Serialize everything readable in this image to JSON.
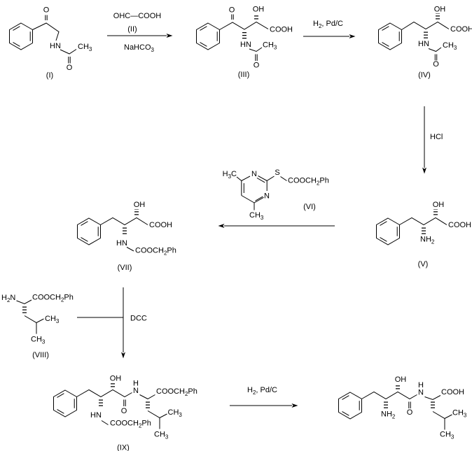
{
  "colors": {
    "ink": "#000000",
    "background": "#ffffff"
  },
  "tokens": {
    "O": "O",
    "OH": "OH",
    "HN": "HN",
    "NH": "NH",
    "N": "N",
    "H": "H",
    "S": "S",
    "C": "C",
    "CH": "CH",
    "COOH": "COOH",
    "COOCH": "COOCH",
    "Ph": "Ph",
    "NaHCO": "NaHCO",
    "sub2": "2",
    "sub3": "3",
    "glyoxylic": "OHC—COOH",
    "pdc_suffix": ", Pd/C",
    "HCl": "HCl",
    "DCC": "DCC"
  },
  "compound_labels": {
    "I": "(I)",
    "II": "(II)",
    "III": "(III)",
    "IV": "(IV)",
    "V": "(V)",
    "VI": "(VI)",
    "VII": "(VII)",
    "VIII": "(VIII)",
    "IX": "(IX)"
  },
  "steps": [
    {
      "from": "(I)",
      "to": "(III)",
      "reagent_above": "OHC—COOH (II)",
      "reagent_below": "NaHCO3"
    },
    {
      "from": "(III)",
      "to": "(IV)",
      "reagent": "H2, Pd/C"
    },
    {
      "from": "(IV)",
      "to": "(V)",
      "reagent": "HCl"
    },
    {
      "from": "(V)",
      "to": "(VII)",
      "reagent": "(VI)"
    },
    {
      "from": "(VII) + (VIII)",
      "to": "(IX)",
      "reagent": "DCC"
    },
    {
      "from": "(IX)",
      "to": "unlabeled product",
      "reagent": "H2, Pd/C"
    }
  ]
}
